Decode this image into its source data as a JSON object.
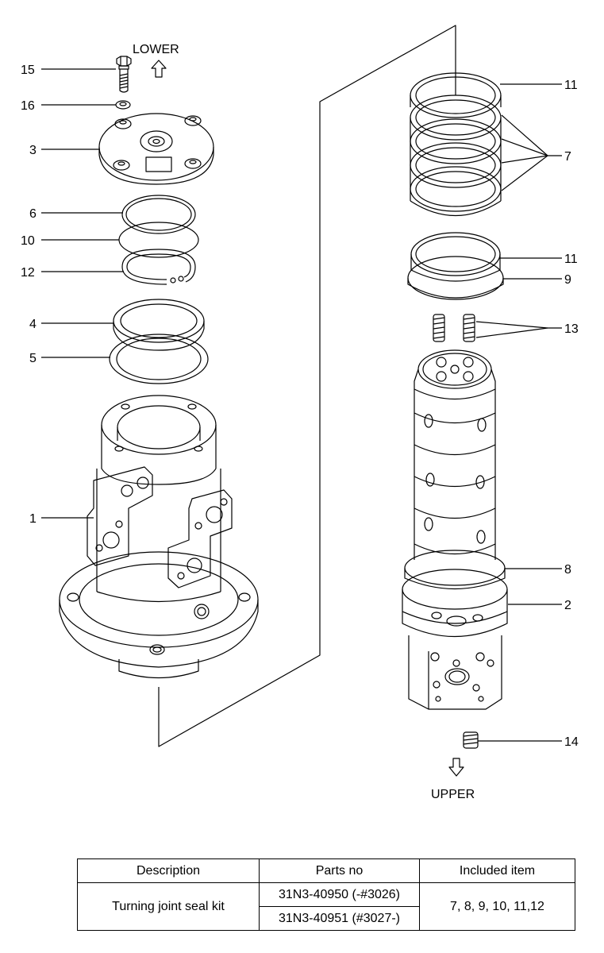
{
  "directions": {
    "lower": "LOWER",
    "upper": "UPPER"
  },
  "callouts": {
    "c15": "15",
    "c16": "16",
    "c3": "3",
    "c6": "6",
    "c10": "10",
    "c12": "12",
    "c4": "4",
    "c5": "5",
    "c1": "1",
    "c11a": "11",
    "c7": "7",
    "c11b": "11",
    "c9": "9",
    "c13": "13",
    "c8": "8",
    "c2": "2",
    "c14": "14"
  },
  "table": {
    "headers": [
      "Description",
      "Parts no",
      "Included item"
    ],
    "description": "Turning joint seal kit",
    "parts_no": [
      "31N3-40950 (-#3026)",
      "31N3-40951 (#3027-)"
    ],
    "included": "7, 8, 9, 10, 11,12"
  }
}
